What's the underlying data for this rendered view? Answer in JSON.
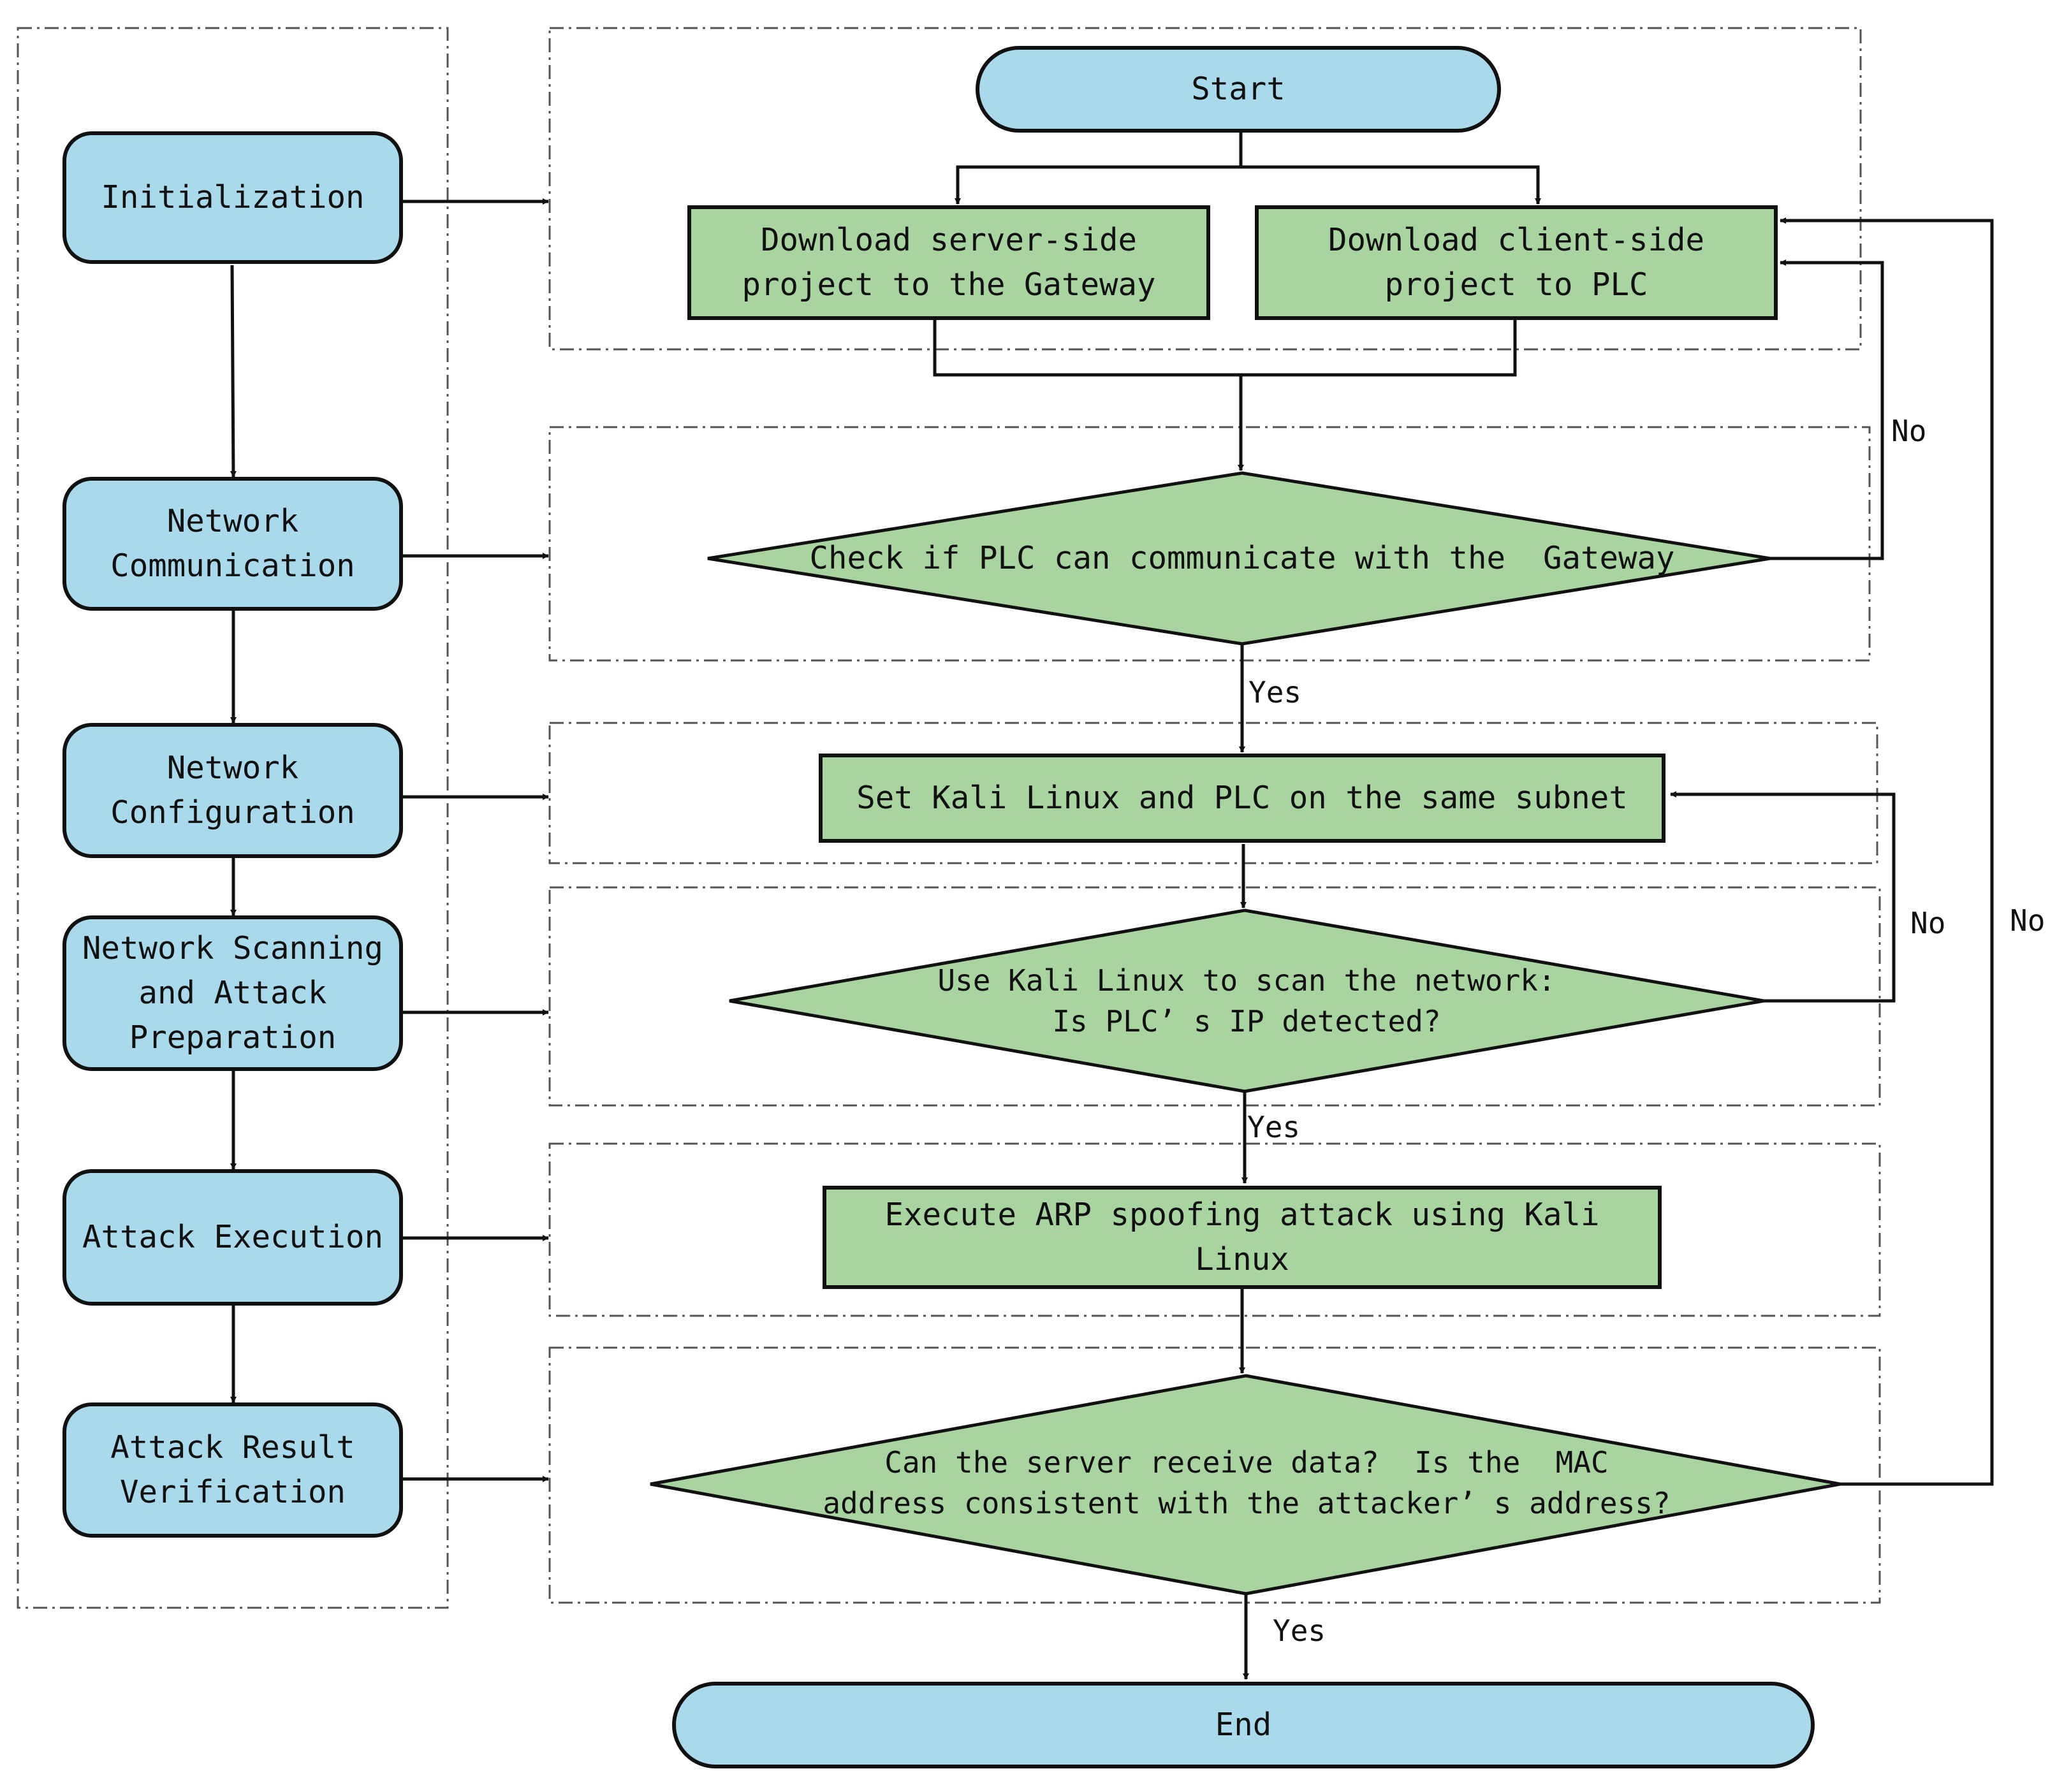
{
  "colors": {
    "phase_fill": "#a9d9ea",
    "step_fill": "#a9d3a0",
    "terminal_fill": "#a9d9ea",
    "stroke": "#111111",
    "dash_frame": "#555555"
  },
  "phases": [
    {
      "lines": [
        "Initialization"
      ]
    },
    {
      "lines": [
        "Network",
        "Communication"
      ]
    },
    {
      "lines": [
        "Network",
        "Configuration"
      ]
    },
    {
      "lines": [
        "Network Scanning",
        "and Attack",
        "Preparation"
      ]
    },
    {
      "lines": [
        "Attack Execution"
      ]
    },
    {
      "lines": [
        "Attack Result",
        "Verification"
      ]
    }
  ],
  "flow": {
    "start": "Start",
    "end": "End",
    "download_server": [
      "Download server-side",
      "project to the Gateway"
    ],
    "download_client": [
      "Download client-side",
      "project to PLC"
    ],
    "check_communication": [
      "Check if PLC can communicate with the  Gateway"
    ],
    "set_subnet": [
      "Set Kali Linux and PLC on the same subnet"
    ],
    "scan_network": [
      "Use Kali Linux to scan the network:",
      "Is PLC’ s IP detected?"
    ],
    "execute_attack": [
      "Execute ARP spoofing attack using Kali",
      "Linux"
    ],
    "verify_result": [
      "Can the server receive data?  Is the  MAC",
      "address consistent with the attacker’ s address?"
    ]
  },
  "labels": {
    "yes": "Yes",
    "no": "No"
  }
}
